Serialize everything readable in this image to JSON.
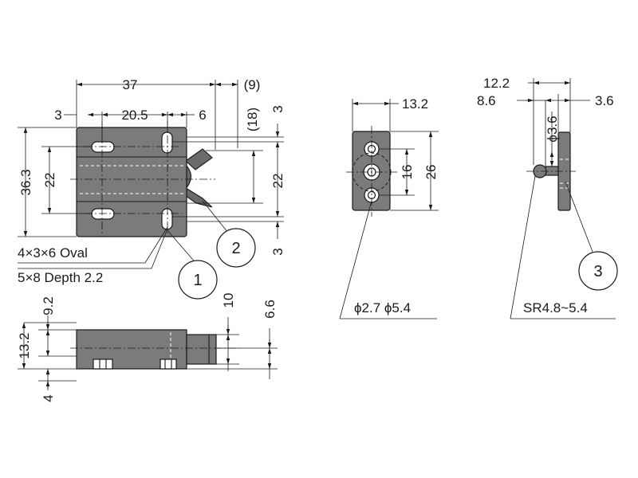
{
  "dimensions": {
    "width_37": "37",
    "width_9": "(9)",
    "offset_3": "3",
    "pitch_20_5": "20.5",
    "width_6": "6",
    "height_18": "(18)",
    "right_3_top": "3",
    "right_22": "22",
    "right_3_bottom": "3",
    "height_36_3": "36.3",
    "left_22": "22",
    "front_width_13_2": "13.2",
    "front_16": "16",
    "front_26": "26",
    "side_12_2": "12.2",
    "side_8_6": "8.6",
    "side_3_6": "3.6",
    "side_phi_3_6": "ϕ3.6",
    "bottom_9_2": "9.2",
    "bottom_13_2": "13.2",
    "bottom_4": "4",
    "bottom_10": "10",
    "bottom_6_6": "6.6"
  },
  "notes": {
    "oval_holes": "4×3×6 Oval",
    "depth": "5×8 Depth 2.2",
    "hole_diameters": "ϕ2.7 ϕ5.4",
    "sphere_radius": "SR4.8~5.4"
  },
  "callouts": {
    "part_1": "1",
    "part_2": "2",
    "part_3": "3"
  },
  "colors": {
    "body_fill": "#7b7b7b",
    "line": "#1a1a1a"
  }
}
